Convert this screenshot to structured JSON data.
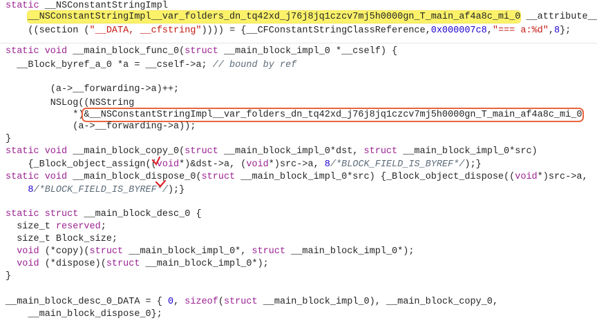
{
  "colors": {
    "keyword": "#9b2393",
    "string": "#c41a16",
    "number": "#1c00cf",
    "comment": "#5d6c79",
    "highlight": "#fbf26a",
    "annotation_box": "#e8643c"
  },
  "code": {
    "lines": [
      [
        [
          "k",
          "static"
        ],
        [
          "p",
          " __NSConstantStringImpl"
        ]
      ],
      [
        [
          "p",
          "    "
        ],
        [
          "h",
          "__NSConstantStringImpl__var_folders_dn_tq42xd_j76j8jq1czcv7mj5h0000gn_T_main_af4a8c_mi_0"
        ],
        [
          "p",
          " __attribute__"
        ]
      ],
      [
        [
          "p",
          "    ((section ("
        ],
        [
          "s",
          "\"__DATA, __cfstring\""
        ],
        [
          "p",
          ")))) = {__CFConstantStringClassReference,"
        ],
        [
          "n",
          "0x000007c8"
        ],
        [
          "p",
          ","
        ],
        [
          "s",
          "\"=== a:%d\""
        ],
        [
          "p",
          ","
        ],
        [
          "n",
          "8"
        ],
        [
          "p",
          "};"
        ]
      ],
      [
        [
          "k",
          "static void"
        ],
        [
          "p",
          " __main_block_func_0("
        ],
        [
          "k",
          "struct"
        ],
        [
          "p",
          " __main_block_impl_0 *__cself) {"
        ]
      ],
      [
        [
          "p",
          "  __Block_byref_a_0 *a = __cself->a; "
        ],
        [
          "c",
          "// bound by ref"
        ]
      ],
      [
        [
          "p",
          "        (a->__forwarding->a)++;"
        ]
      ],
      [
        [
          "p",
          "        NSLog((NSString"
        ]
      ],
      [
        [
          "p",
          "            *)"
        ],
        [
          "b",
          "&__NSConstantStringImpl__var_folders_dn_tq42xd_j76j8jq1czcv7mj5h0000gn_T_main_af4a8c_mi_0"
        ]
      ],
      [
        [
          "p",
          "            (a->__forwarding->a));"
        ]
      ],
      [
        [
          "p",
          "}"
        ]
      ],
      [
        [
          "k",
          "static void"
        ],
        [
          "p",
          " __main_block_copy_0("
        ],
        [
          "k",
          "struct"
        ],
        [
          "p",
          " __main_block_impl_0*dst, "
        ],
        [
          "k",
          "struct"
        ],
        [
          "p",
          " __main_block_impl_0*src)"
        ]
      ],
      [
        [
          "p",
          "    {_Block_object_assign(("
        ],
        [
          "k",
          "void"
        ],
        [
          "p",
          "*)&dst->a, ("
        ],
        [
          "k",
          "void"
        ],
        [
          "p",
          "*)src->a, "
        ],
        [
          "n",
          "8"
        ],
        [
          "c",
          "/*BLOCK_FIELD_IS_BYREF*/"
        ],
        [
          "p",
          ");}"
        ]
      ],
      [
        [
          "k",
          "static void"
        ],
        [
          "p",
          " __main_block_dispose_0("
        ],
        [
          "k",
          "struct"
        ],
        [
          "p",
          " __main_block_impl_0*src) {_Block_object_dispose(("
        ],
        [
          "k",
          "void"
        ],
        [
          "p",
          "*)src->a,"
        ]
      ],
      [
        [
          "p",
          "    "
        ],
        [
          "n",
          "8"
        ],
        [
          "c",
          "/*BLOCK_FIELD_IS_BYREF*/"
        ],
        [
          "p",
          ");}"
        ]
      ],
      [
        [
          "k",
          "static struct"
        ],
        [
          "p",
          " __main_block_desc_0 {"
        ]
      ],
      [
        [
          "p",
          "  size_t "
        ],
        [
          "k",
          "reserved"
        ],
        [
          "p",
          ";"
        ]
      ],
      [
        [
          "p",
          "  size_t Block_size;"
        ]
      ],
      [
        [
          "p",
          "  "
        ],
        [
          "k",
          "void"
        ],
        [
          "p",
          " (*copy)("
        ],
        [
          "k",
          "struct"
        ],
        [
          "p",
          " __main_block_impl_0*, "
        ],
        [
          "k",
          "struct"
        ],
        [
          "p",
          " __main_block_impl_0*);"
        ]
      ],
      [
        [
          "p",
          "  "
        ],
        [
          "k",
          "void"
        ],
        [
          "p",
          " (*dispose)("
        ],
        [
          "k",
          "struct"
        ],
        [
          "p",
          " __main_block_impl_0*);"
        ]
      ],
      [
        [
          "p",
          "}"
        ]
      ],
      [
        [
          "p",
          "__main_block_desc_0_DATA = { "
        ],
        [
          "n",
          "0"
        ],
        [
          "p",
          ", "
        ],
        [
          "k",
          "sizeof"
        ],
        [
          "p",
          "("
        ],
        [
          "k",
          "struct"
        ],
        [
          "p",
          " __main_block_impl_0), __main_block_copy_0,"
        ]
      ],
      [
        [
          "p",
          "    __main_block_dispose_0};"
        ]
      ]
    ]
  }
}
